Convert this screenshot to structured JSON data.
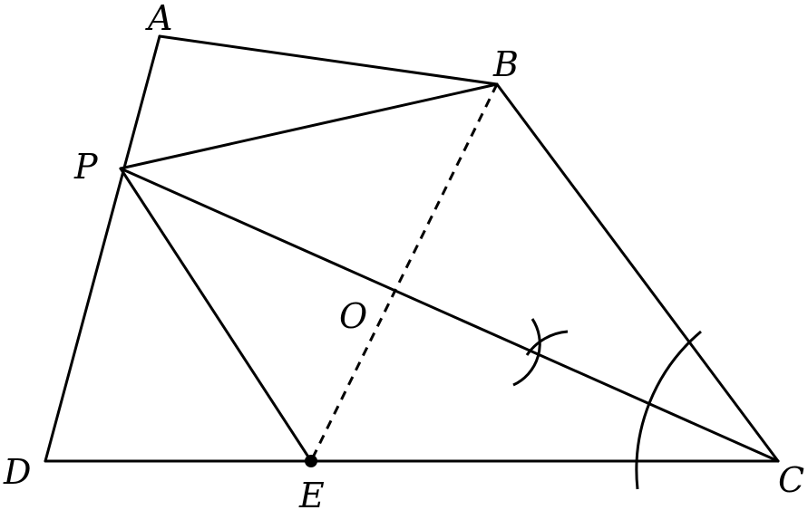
{
  "figure": {
    "labels": {
      "A": "A",
      "B": "B",
      "C": "C",
      "D": "D",
      "E": "E",
      "O": "O",
      "P": "P"
    },
    "stroke_color": "#000000",
    "background_color": "#ffffff"
  }
}
